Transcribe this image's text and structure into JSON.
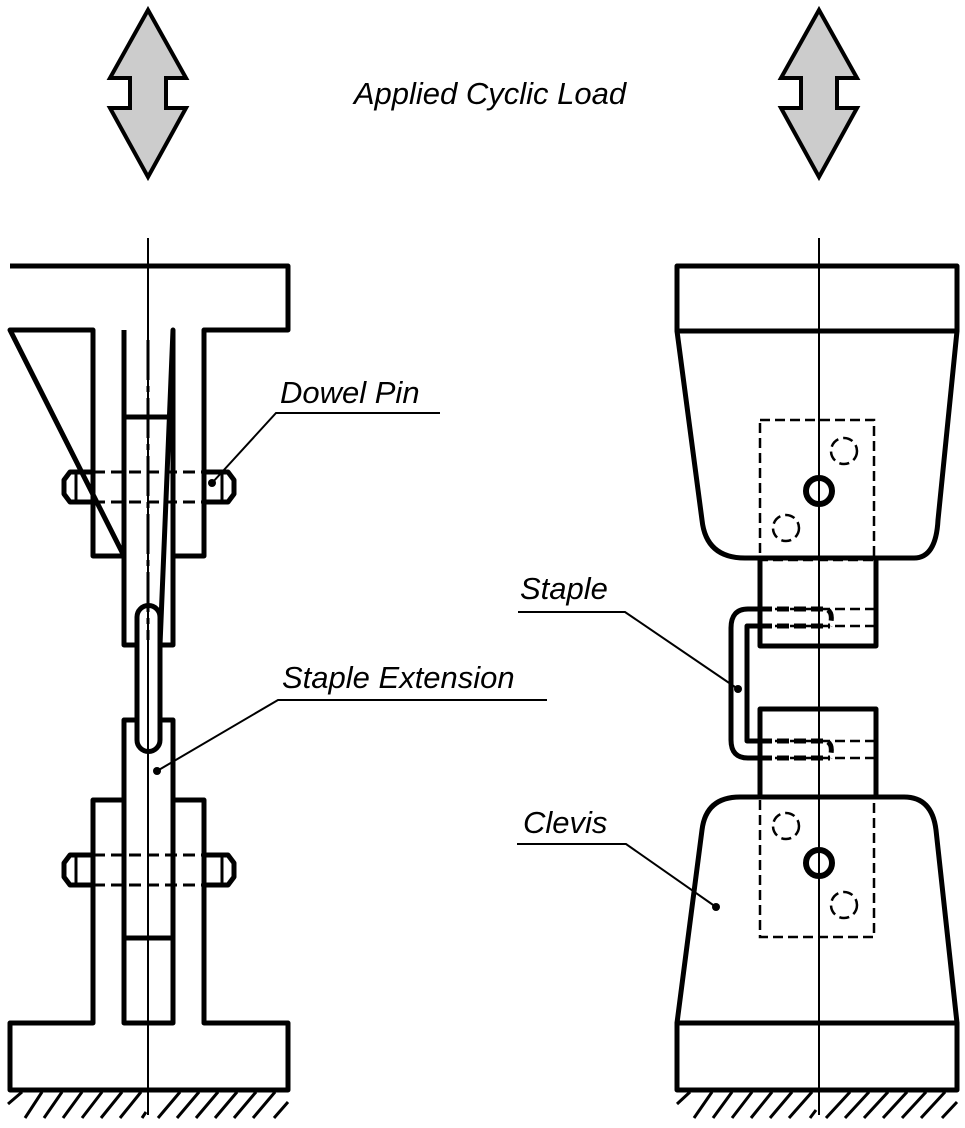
{
  "figure": {
    "title": "Applied Cyclic Load",
    "labels": {
      "dowel_pin": "Dowel Pin",
      "staple_extension": "Staple Extension",
      "staple": "Staple",
      "clevis": "Clevis"
    },
    "colors": {
      "line": "#000000",
      "arrow_fill": "#cccccc",
      "background": "#ffffff"
    },
    "icons": {
      "load_arrow": "double-headed-arrow"
    }
  }
}
